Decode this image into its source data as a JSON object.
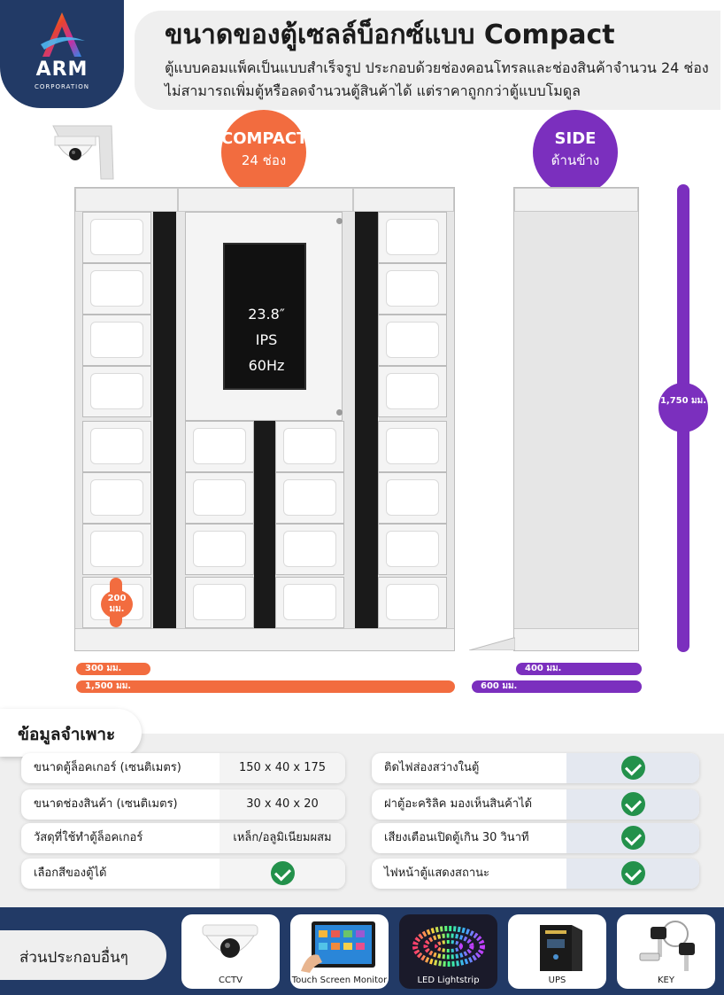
{
  "brand": {
    "name": "ARM",
    "sub": "CORPORATION"
  },
  "header": {
    "title": "ขนาดของตู้เซลล์บ็อกซ์แบบ Compact",
    "description": "ตู้แบบคอมแพ็คเป็นแบบสำเร็จรูป ประกอบด้วยช่องคอนโทรลและช่องสินค้าจำนวน 24 ช่อง ไม่สามารถเพิ่มตู้หรือลดจำนวนตู้สินค้าได้ แต่ราคาถูกกว่าตู้แบบโมดูล"
  },
  "views": {
    "compact": {
      "title": "COMPACT",
      "sub": "24 ช่อง"
    },
    "side": {
      "title": "SIDE",
      "sub": "ด้านข้าง"
    }
  },
  "screen": {
    "text": "23.8″\nIPS\n60Hz"
  },
  "dimensions": {
    "height": "1,750 มม.",
    "door_height": "200 มม.",
    "door_width": "300 มม.",
    "total_width": "1,500 มม.",
    "side_depth": "400 มม.",
    "side_total": "600 มม."
  },
  "spec": {
    "title": "ข้อมูลจำเพาะ",
    "left": [
      {
        "label": "ขนาดตู้ล็อคเกอร์ (เซนติเมตร)",
        "value": "150 x 40 x 175"
      },
      {
        "label": "ขนาดช่องสินค้า (เซนติเมตร)",
        "value": "30 x 40 x 20"
      },
      {
        "label": "วัสดุที่ใช้ทำตู้ล็อคเกอร์",
        "value": "เหล็ก/อลูมิเนียมผสม"
      },
      {
        "label": "เลือกสีของตู้ได้",
        "value": "check"
      }
    ],
    "right": [
      {
        "label": "ติดไฟส่องสว่างในตู้",
        "value": "check"
      },
      {
        "label": "ฝาตู้อะคริลิค มองเห็นสินค้าได้",
        "value": "check"
      },
      {
        "label": "เสียงเตือนเปิดตู้เกิน 30 วินาที",
        "value": "check"
      },
      {
        "label": "ไฟหน้าตู้แสดงสถานะ",
        "value": "check"
      }
    ]
  },
  "components": {
    "title": "ส่วนประกอบอื่นๆ",
    "items": [
      {
        "label": "CCTV",
        "icon": "dome-camera-icon"
      },
      {
        "label": "Touch Screen Monitor",
        "icon": "monitor-icon"
      },
      {
        "label": "LED Lightstrip",
        "icon": "led-strip-icon"
      },
      {
        "label": "UPS",
        "icon": "ups-icon"
      },
      {
        "label": "KEY",
        "icon": "key-icon"
      }
    ]
  },
  "colors": {
    "navy": "#223a66",
    "orange": "#f26c3f",
    "purple": "#7b2fbe",
    "green": "#23914b"
  }
}
